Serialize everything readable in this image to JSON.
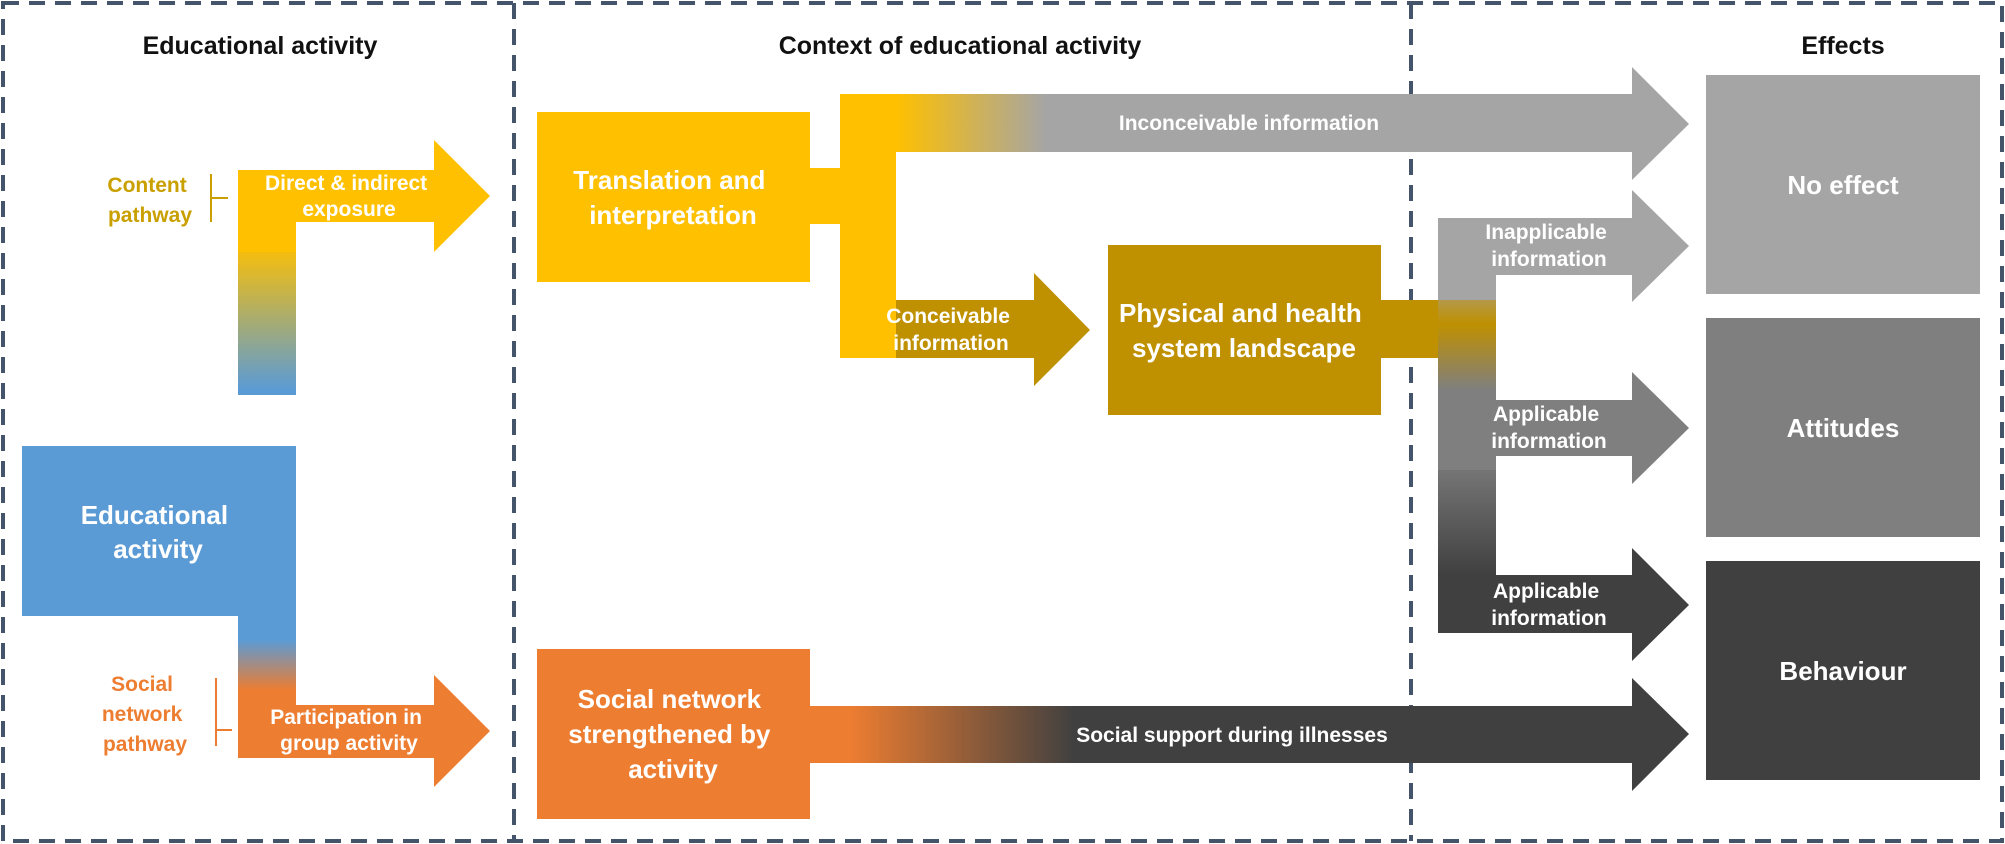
{
  "colors": {
    "yellow": "#FFC000",
    "gold": "#BF9000",
    "blue": "#5B9BD5",
    "orange": "#ED7D31",
    "grey_light": "#A5A5A5",
    "grey_mid": "#7F7F7F",
    "grey_dark": "#404040",
    "content_label": "#C9A000",
    "social_label": "#ED7D31",
    "divider": "#44546A"
  },
  "headers": {
    "educational_activity": "Educational activity",
    "context": "Context of educational activity",
    "effects": "Effects"
  },
  "pathways": {
    "content": [
      "Content",
      "pathway"
    ],
    "social": [
      "Social",
      "network",
      "pathway"
    ]
  },
  "boxes": {
    "educational_activity": [
      "Educational",
      "activity"
    ],
    "translation": [
      "Translation and",
      "interpretation"
    ],
    "physical": [
      "Physical and health",
      "system landscape"
    ],
    "social_network": [
      "Social network",
      "strengthened by",
      "activity"
    ],
    "no_effect": "No effect",
    "attitudes": "Attitudes",
    "behaviour": "Behaviour"
  },
  "arrows": {
    "direct_exposure": [
      "Direct & indirect",
      "exposure"
    ],
    "participation": [
      "Participation in",
      "group activity"
    ],
    "inconceivable": "Inconceivable information",
    "conceivable": [
      "Conceivable",
      "information"
    ],
    "inapplicable": [
      "Inapplicable",
      "information"
    ],
    "applicable_attitudes": [
      "Applicable",
      "information"
    ],
    "applicable_behaviour": [
      "Applicable",
      "information"
    ],
    "social_support": "Social support during illnesses"
  }
}
